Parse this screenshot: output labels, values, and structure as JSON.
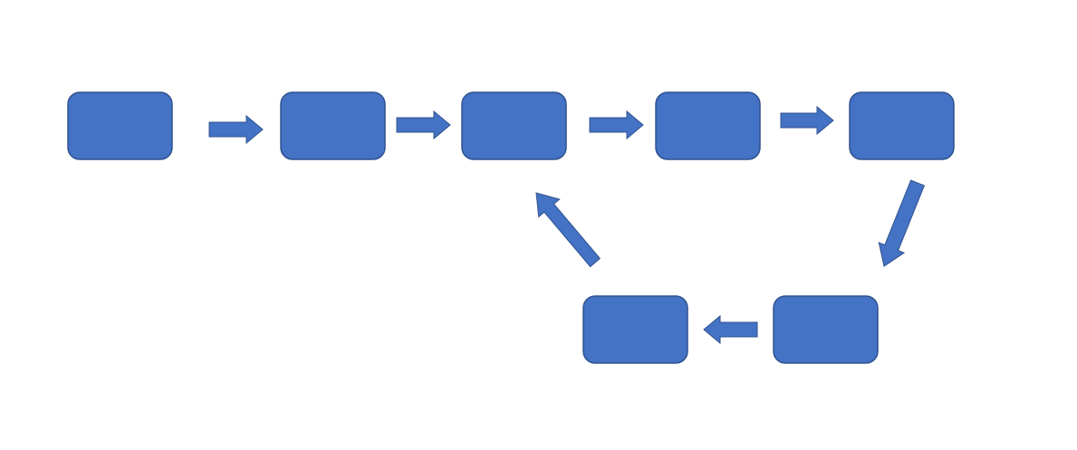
{
  "diagram": {
    "type": "flowchart",
    "colors": {
      "fill": "#4472c4",
      "stroke": "#2f528f",
      "background": "#ffffff"
    },
    "nodes": [
      {
        "id": "n1",
        "label": ""
      },
      {
        "id": "n2",
        "label": ""
      },
      {
        "id": "n3",
        "label": ""
      },
      {
        "id": "n4",
        "label": ""
      },
      {
        "id": "n5",
        "label": ""
      },
      {
        "id": "n6",
        "label": ""
      },
      {
        "id": "n7",
        "label": ""
      }
    ],
    "edges": [
      {
        "from": "n1",
        "to": "n2"
      },
      {
        "from": "n2",
        "to": "n3"
      },
      {
        "from": "n3",
        "to": "n4"
      },
      {
        "from": "n4",
        "to": "n5"
      },
      {
        "from": "n5",
        "to": "n6"
      },
      {
        "from": "n6",
        "to": "n7"
      },
      {
        "from": "n7",
        "to": "n3"
      }
    ]
  }
}
